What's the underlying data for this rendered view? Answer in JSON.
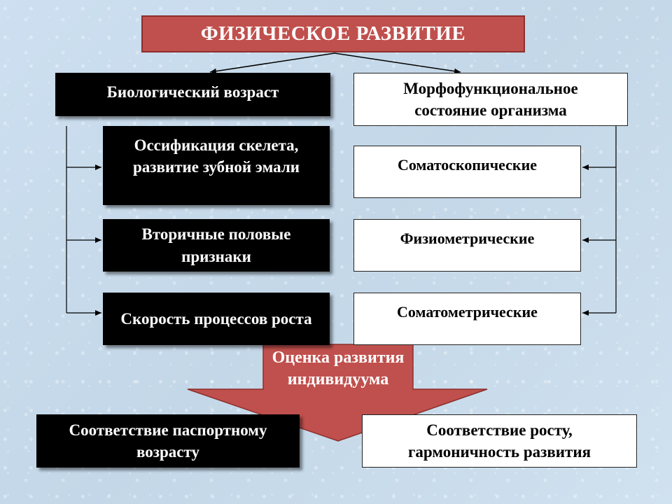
{
  "title": "ФИЗИЧЕСКОЕ РАЗВИТИЕ",
  "left": {
    "header": "Биологический возраст",
    "items": [
      "Оссификация скелета, развитие зубной эмали",
      "Вторичные половые признаки",
      "Скорость процессов роста"
    ]
  },
  "right": {
    "header": "Морфофункциональное состояние организма",
    "items": [
      "Соматоскопические",
      "Физиометрические",
      "Соматометрические"
    ]
  },
  "center_arrow": "Оценка развития индивидуума",
  "bottom": {
    "left": "Соответствие паспортному возрасту",
    "right": "Соответствие росту, гармоничность развития"
  },
  "colors": {
    "title_fill": "#c0504d",
    "arrow_fill": "#c0504d",
    "dark_box": "#000000",
    "light_box": "#ffffff",
    "background": "#c9dbe9"
  }
}
